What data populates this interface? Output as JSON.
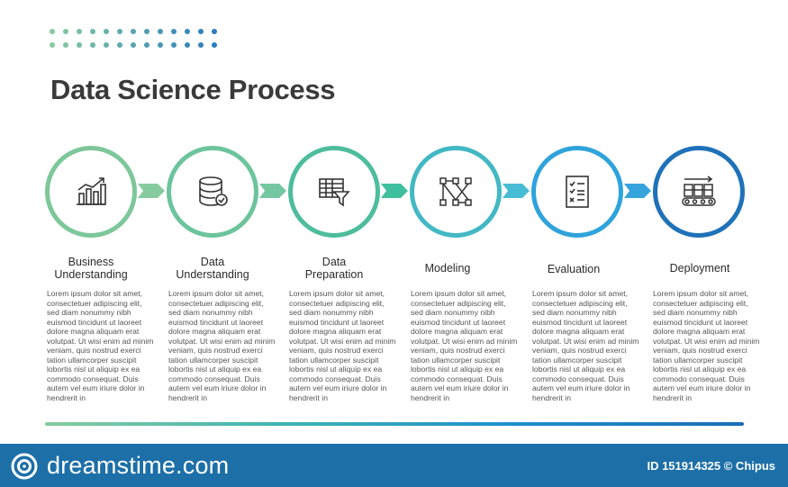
{
  "title": "Data Science Process",
  "colors": {
    "green": "#7dc79a",
    "teal_green": "#58bf98",
    "teal": "#3fb6b0",
    "cyan": "#35a8d6",
    "blue": "#2a90d0",
    "dark_blue": "#1a6fb5",
    "footer": "#1d6fa8"
  },
  "stages": [
    {
      "label": "Business\nUnderstanding",
      "icon": "bar-chart-icon",
      "color": "#7dc79a",
      "description": "Lorem ipsum dolor sit amet, consectetuer adipiscing elit, sed diam nonummy nibh euismod tincidunt ut laoreet dolore magna aliquam erat volutpat. Ut wisi enim ad minim veniam, quis nostrud exerci tation ullamcorper suscipit lobortis nisl ut aliquip ex ea commodo consequat. Duis autem vel eum iriure dolor in hendrerit in"
    },
    {
      "label": "Data\nUnderstanding",
      "icon": "database-icon",
      "color": "#6cc49c",
      "description": "Lorem ipsum dolor sit amet, consectetuer adipiscing elit, sed diam nonummy nibh euismod tincidunt ut laoreet dolore magna aliquam erat volutpat. Ut wisi enim ad minim veniam, quis nostrud exerci tation ullamcorper suscipit lobortis nisl ut aliquip ex ea commodo consequat. Duis autem vel eum iriure dolor in hendrerit in"
    },
    {
      "label": "Data\nPreparation",
      "icon": "table-filter-icon",
      "color": "#4dbd9c",
      "description": "Lorem ipsum dolor sit amet, consectetuer adipiscing elit, sed diam nonummy nibh euismod tincidunt ut laoreet dolore magna aliquam erat volutpat. Ut wisi enim ad minim veniam, quis nostrud exerci tation ullamcorper suscipit lobortis nisl ut aliquip ex ea commodo consequat. Duis autem vel eum iriure dolor in hendrerit in"
    },
    {
      "label": "Modeling",
      "icon": "network-model-icon",
      "color": "#42b8c4",
      "description": "Lorem ipsum dolor sit amet, consectetuer adipiscing elit, sed diam nonummy nibh euismod tincidunt ut laoreet dolore magna aliquam erat volutpat. Ut wisi enim ad minim veniam, quis nostrud exerci tation ullamcorper suscipit lobortis nisl ut aliquip ex ea commodo consequat. Duis autem vel eum iriure dolor in hendrerit in"
    },
    {
      "label": "Evaluation",
      "icon": "checklist-icon",
      "color": "#2fa3db",
      "description": "Lorem ipsum dolor sit amet, consectetuer adipiscing elit, sed diam nonummy nibh euismod tincidunt ut laoreet dolore magna aliquam erat volutpat. Ut wisi enim ad minim veniam, quis nostrud exerci tation ullamcorper suscipit lobortis nisl ut aliquip ex ea commodo consequat. Duis autem vel eum iriure dolor in hendrerit in"
    },
    {
      "label": "Deployment",
      "icon": "conveyor-icon",
      "color": "#1f72b8",
      "description": "Lorem ipsum dolor sit amet, consectetuer adipiscing elit, sed diam nonummy nibh euismod tincidunt ut laoreet dolore magna aliquam erat volutpat. Ut wisi enim ad minim veniam, quis nostrud exerci tation ullamcorper suscipit lobortis nisl ut aliquip ex ea commodo consequat. Duis autem vel eum iriure dolor in hendrerit in"
    }
  ],
  "footer": {
    "brand": "dreamstime.com",
    "credit": "ID 151914325 © Chipus",
    "logo_icon": "dreamstime-logo-icon"
  }
}
